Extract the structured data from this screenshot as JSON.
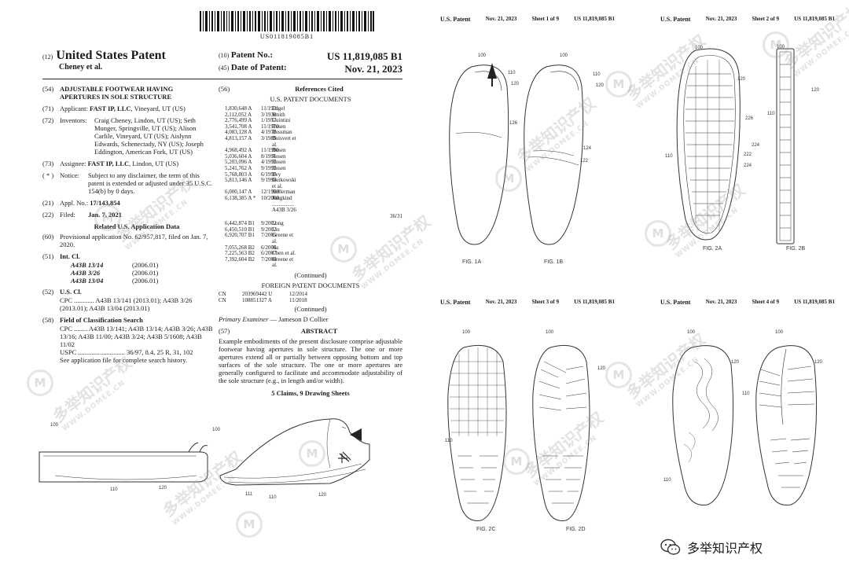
{
  "front": {
    "barcode_number": "US011819085B1",
    "kind_code_label": "(12)",
    "doc_title": "United States Patent",
    "inventor_short": "Cheney et al.",
    "patent_no_code": "(10)",
    "patent_no_label": "Patent No.:",
    "patent_no": "US 11,819,085 B1",
    "date_code": "(45)",
    "date_label": "Date of Patent:",
    "date": "Nov. 21, 2023",
    "fields": {
      "title_code": "(54)",
      "title": "ADJUSTABLE FOOTWEAR HAVING APERTURES IN SOLE STRUCTURE",
      "applicant_code": "(71)",
      "applicant_label": "Applicant:",
      "applicant_name": "FAST IP, LLC",
      "applicant_loc": ", Vineyard, UT (US)",
      "inventors_code": "(72)",
      "inventors_label": "Inventors:",
      "inventors": "Craig Cheney, Lindon, UT (US); Seth Munger, Springville, UT (US); Alison Carlile, Vineyard, UT (US); Aislynn Edwards, Schenectady, NY (US); Joseph Eddington, American Fork, UT (US)",
      "assignee_code": "(73)",
      "assignee_label": "Assignee:",
      "assignee_name": "FAST IP, LLC",
      "assignee_loc": ", Lindon, UT (US)",
      "notice_code": "( * )",
      "notice_label": "Notice:",
      "notice": "Subject to any disclaimer, the term of this patent is extended or adjusted under 35 U.S.C. 154(b) by 0 days.",
      "appl_code": "(21)",
      "appl_label": "Appl. No.:",
      "appl_no": "17/143,854",
      "filed_code": "(22)",
      "filed_label": "Filed:",
      "filed": "Jan. 7, 2021",
      "related_head": "Related U.S. Application Data",
      "provisional_code": "(60)",
      "provisional": "Provisional application No. 62/957,817, filed on Jan. 7, 2020.",
      "intcl_code": "(51)",
      "intcl_label": "Int. Cl.",
      "intcl": [
        {
          "cls": "A43B 13/14",
          "ver": "(2006.01)"
        },
        {
          "cls": "A43B 3/26",
          "ver": "(2006.01)"
        },
        {
          "cls": "A43B 13/04",
          "ver": "(2006.01)"
        }
      ],
      "uscl_code": "(52)",
      "uscl_label": "U.S. Cl.",
      "cpc": "CPC ............ A43B 13/141 (2013.01); A43B 3/26 (2013.01); A43B 13/04 (2013.01)",
      "field_code": "(58)",
      "field_label": "Field of Classification Search",
      "field_cpc": "CPC ........ A43B 13/141; A43B 13/14; A43B 3/26; A43B 13/16; A43B 11/00; A43B 3/24; A43B 5/1608; A43B 11/02",
      "field_uspc": "USPC ............................ 36/97, 8.4, 25 R, 31, 102",
      "field_note": "See application file for complete search history."
    },
    "refs_code": "(56)",
    "refs_head": "References Cited",
    "us_docs_head": "U.S. PATENT DOCUMENTS",
    "us_refs": [
      [
        "1,830,648 A",
        "11/1931",
        "Engel"
      ],
      [
        "2,112,052 A",
        "3/1938",
        "Smith"
      ],
      [
        "2,776,499 A",
        "1/1957",
        "Guintini"
      ],
      [
        "3,541,708 A",
        "11/1970",
        "Rosen"
      ],
      [
        "4,083,128 A",
        "4/1978",
        "Rossman"
      ],
      [
        "4,813,157 A",
        "3/1989",
        "Boisvert et al."
      ],
      [
        "4,968,492 A",
        "11/1990",
        "Rosen"
      ],
      [
        "5,036,604 A",
        "8/1991",
        "Rosen"
      ],
      [
        "5,203,096 A",
        "4/1993",
        "Rosen"
      ],
      [
        "5,241,762 A",
        "9/1993",
        "Rosen"
      ],
      [
        "5,768,803 A",
        "6/1998",
        "Evy"
      ],
      [
        "5,813,146 A",
        "9/1998",
        "Gutkowski et al."
      ],
      [
        "6,000,147 A",
        "12/1999",
        "Kellerman"
      ],
      [
        "6,138,385 A  *",
        "10/2000",
        "Jungkind ................ A43B 3/26"
      ]
    ],
    "us_refs_cont_note": "36/31",
    "us_refs_2": [
      [
        "6,442,874 B1",
        "9/2002",
        "Long"
      ],
      [
        "6,450,510 B1",
        "9/2002",
        "Liu"
      ],
      [
        "6,920,707 B1",
        "7/2005",
        "Greene et al."
      ],
      [
        "7,055,268 B2",
        "6/2006",
        "Ha"
      ],
      [
        "7,225,563 B2",
        "6/2007",
        "Chen et al."
      ],
      [
        "7,392,604 B2",
        "7/2008",
        "Greene et al."
      ]
    ],
    "continued": "(Continued)",
    "foreign_head": "FOREIGN PATENT DOCUMENTS",
    "foreign_refs": [
      [
        "CN",
        "203969442 U",
        "12/2014"
      ],
      [
        "CN",
        "108851327 A",
        "11/2018"
      ]
    ],
    "examiner_label": "Primary Examiner",
    "examiner": " — Jameson D Collier",
    "abstract_code": "(57)",
    "abstract_head": "ABSTRACT",
    "abstract": "Example embodiments of the present disclosure comprise adjustable footwear having apertures in sole structure. The one or more apertures extend all or partially between opposing bottom and top surfaces of the sole structure. The one or more apertures are generally configured to facilitate and accommodate adjustability of the sole structure (e.g., in length and/or width).",
    "claims": "5 Claims, 9 Drawing Sheets"
  },
  "sheets": [
    {
      "left": "U.S. Patent",
      "date": "Nov. 21, 2023",
      "sheet": "Sheet 1 of 9",
      "num": "US 11,819,085 B1",
      "figs": [
        "FIG. 1A",
        "FIG. 1B"
      ],
      "refs": [
        "100",
        "110",
        "120",
        "100",
        "110",
        "120",
        "126",
        "124",
        "122"
      ]
    },
    {
      "left": "U.S. Patent",
      "date": "Nov. 21, 2023",
      "sheet": "Sheet 2 of 9",
      "num": "US 11,819,085 B1",
      "figs": [
        "FIG. 2A",
        "FIG. 2B"
      ],
      "refs": [
        "100",
        "100",
        "120",
        "120",
        "226",
        "224",
        "222",
        "224",
        "110",
        "110"
      ]
    },
    {
      "left": "U.S. Patent",
      "date": "Nov. 21, 2023",
      "sheet": "Sheet 3 of 9",
      "num": "US 11,819,085 B1",
      "figs": [
        "FIG. 2C",
        "FIG. 2D"
      ],
      "refs": [
        "100",
        "100",
        "120",
        "110"
      ]
    },
    {
      "left": "U.S. Patent",
      "date": "Nov. 21, 2023",
      "sheet": "Sheet 4 of 9",
      "num": "US 11,819,085 B1",
      "figs": [],
      "refs": [
        "100",
        "100",
        "120",
        "120",
        "110",
        "110"
      ]
    }
  ],
  "bottom_refs": [
    "100",
    "110",
    "120",
    "100",
    "111",
    "110",
    "120"
  ],
  "watermark": {
    "cn": "多举知识产权",
    "url": "WWW.DOMEE.CN",
    "logo": "M"
  },
  "brand": {
    "text": "多举知识产权",
    "icon": "wechat-icon"
  }
}
